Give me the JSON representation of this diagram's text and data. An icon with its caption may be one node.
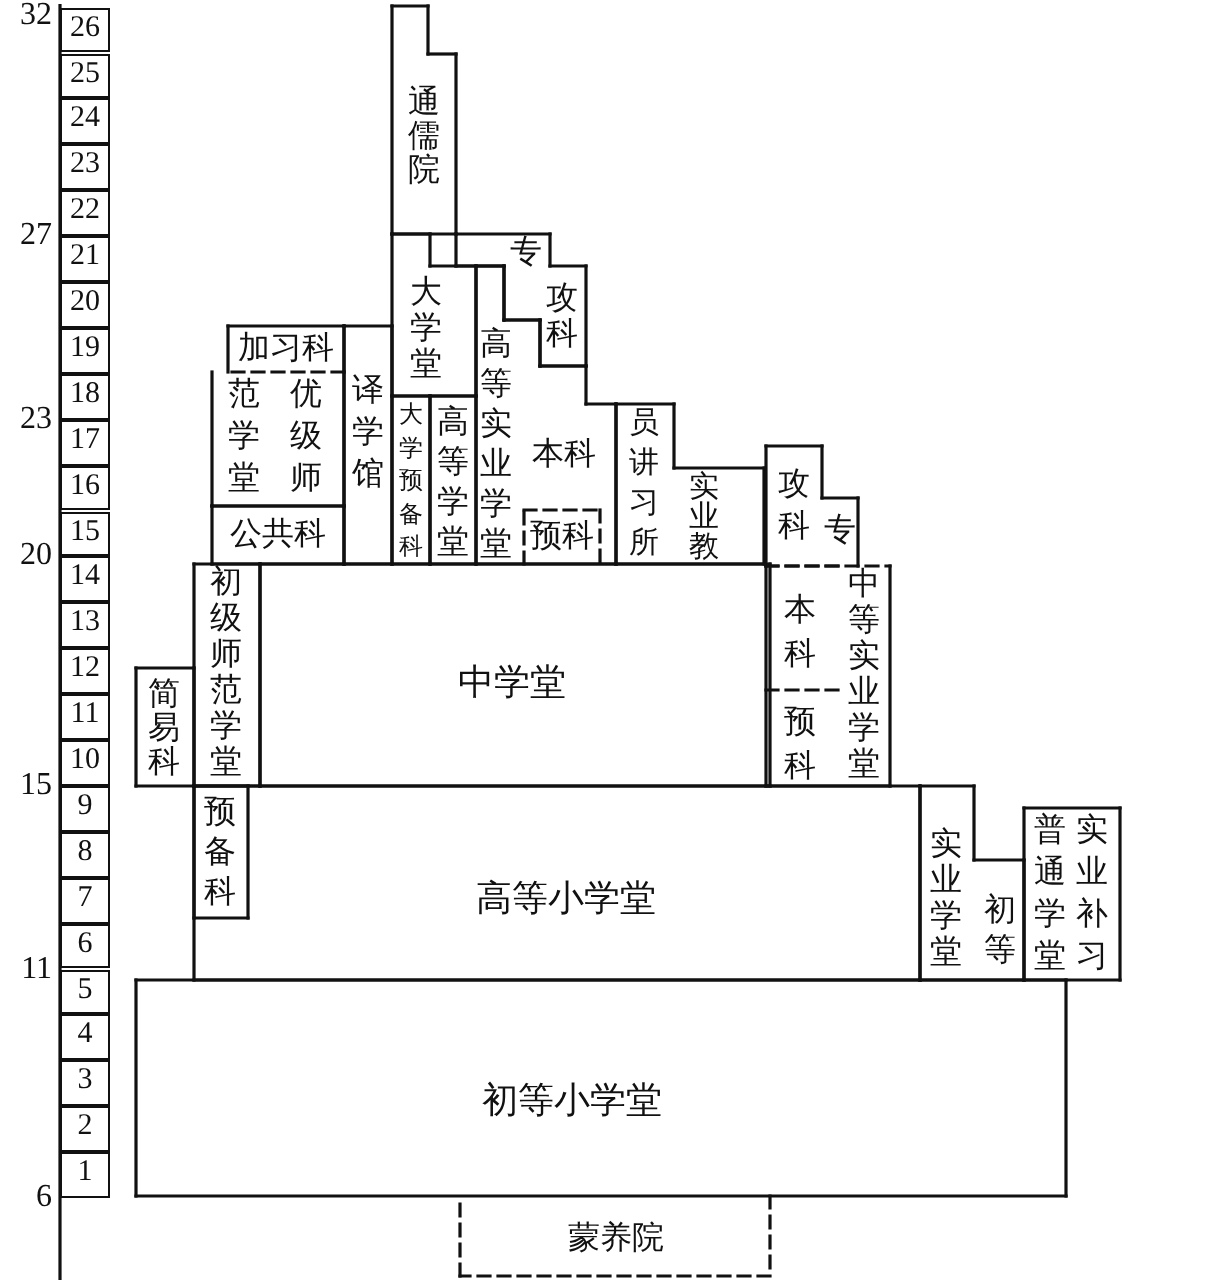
{
  "diagram": {
    "nodes": [
      {
        "text": [
          "通儒院"
        ]
      },
      {
        "text": [
          "专攻科"
        ]
      },
      {
        "text": [
          "大学堂"
        ]
      },
      {
        "text": [
          "加习科"
        ]
      },
      {
        "text": [
          "优级师范学堂"
        ]
      },
      {
        "text": [
          "译学馆"
        ]
      },
      {
        "text": [
          "大学预备科"
        ]
      },
      {
        "text": [
          "高等学堂"
        ]
      },
      {
        "text": [
          "高等实业学堂",
          "本科"
        ]
      },
      {
        "text": [
          "预科"
        ],
        "in": 8
      },
      {
        "text": [
          "员讲习所",
          "实业教"
        ]
      },
      {
        "text": [
          "公共科"
        ]
      },
      {
        "text": [
          "专攻科"
        ]
      },
      {
        "text": [
          "中等实业学堂"
        ]
      },
      {
        "text": [
          "本科"
        ],
        "in": 13
      },
      {
        "text": [
          "预科"
        ],
        "in": 13
      },
      {
        "text": [
          "初级师范学堂"
        ]
      },
      {
        "text": [
          "中学堂"
        ]
      },
      {
        "text": [
          "简易科"
        ]
      },
      {
        "text": [
          "高等小学堂"
        ]
      },
      {
        "text": [
          "预备科"
        ],
        "in": 19
      },
      {
        "text": [
          "实业学堂",
          "初等"
        ]
      },
      {
        "text": [
          "普通学堂",
          "实业补习"
        ]
      },
      {
        "text": [
          "初等小学堂"
        ]
      },
      {
        "text": [
          "蒙养院"
        ]
      }
    ],
    "labels": [
      "26",
      "25",
      "24",
      "23",
      "22",
      "21",
      "20",
      "19",
      "18",
      "17",
      "16",
      "15",
      "14",
      "13",
      "12",
      "11",
      "10",
      "9",
      "8",
      "7",
      "6",
      "5",
      "4",
      "3",
      "2",
      "1",
      "32",
      "27",
      "23",
      "20",
      "15",
      "11",
      "6"
    ]
  }
}
